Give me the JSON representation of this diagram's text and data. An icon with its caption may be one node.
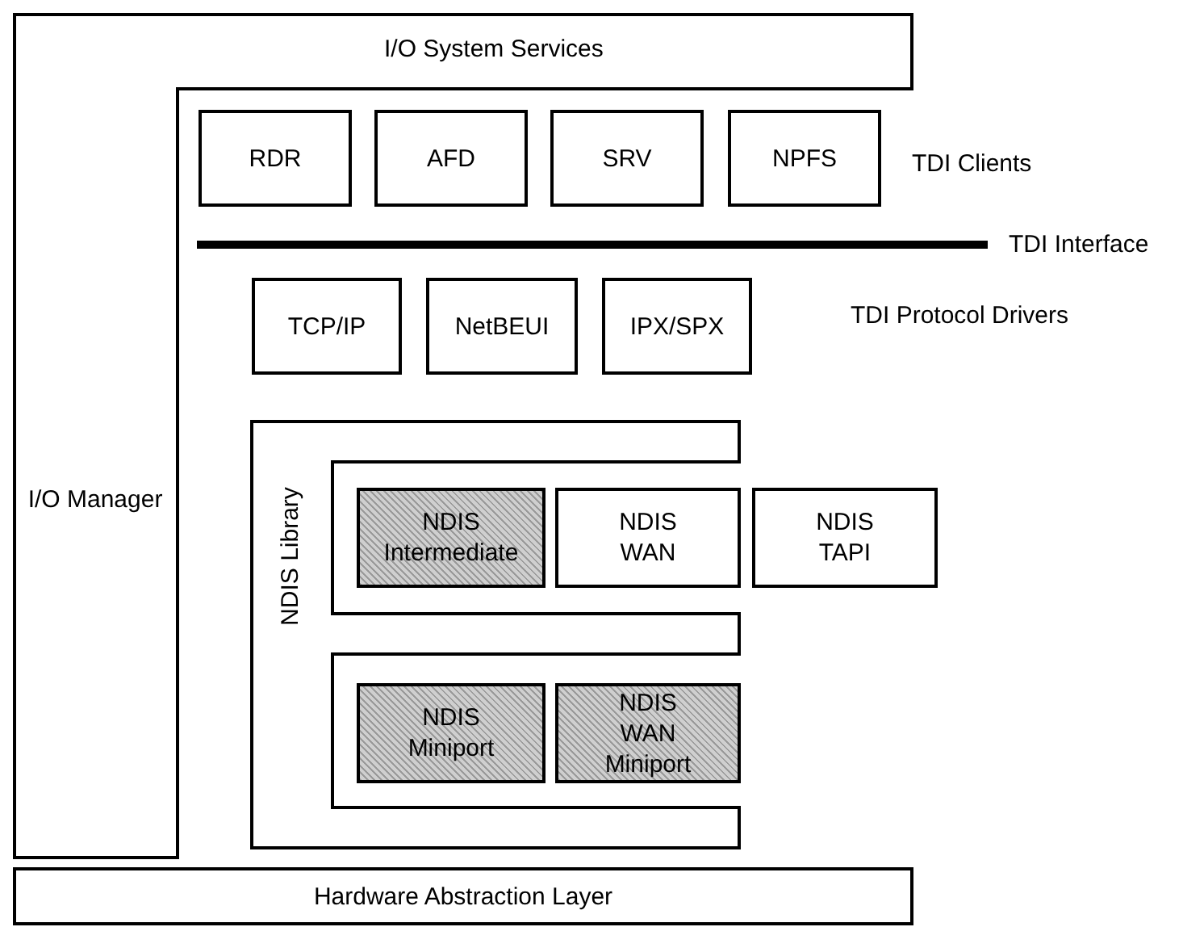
{
  "diagram": {
    "nodes": [
      {
        "text": [
          "I/O System Services",
          "I/O Manager"
        ]
      },
      {
        "text": [
          "RDR"
        ]
      },
      {
        "text": [
          "AFD"
        ]
      },
      {
        "text": [
          "SRV"
        ]
      },
      {
        "text": [
          "NPFS"
        ]
      },
      {
        "text": [
          "TCP/IP"
        ]
      },
      {
        "text": [
          "NetBEUI"
        ]
      },
      {
        "text": [
          "IPX/SPX"
        ]
      },
      {
        "text": [
          "NDIS Library"
        ]
      },
      {
        "text": [
          "NDIS Intermediate"
        ]
      },
      {
        "text": [
          "NDIS WAN"
        ]
      },
      {
        "text": [
          "NDIS TAPI"
        ]
      },
      {
        "text": [
          "NDIS Miniport"
        ]
      },
      {
        "text": [
          "NDIS WAN Miniport"
        ]
      },
      {
        "text": [
          "Hardware Abstraction Layer"
        ]
      }
    ],
    "labels": [
      "TDI Clients",
      "TDI Interface",
      "TDI Protocol Drivers"
    ]
  }
}
